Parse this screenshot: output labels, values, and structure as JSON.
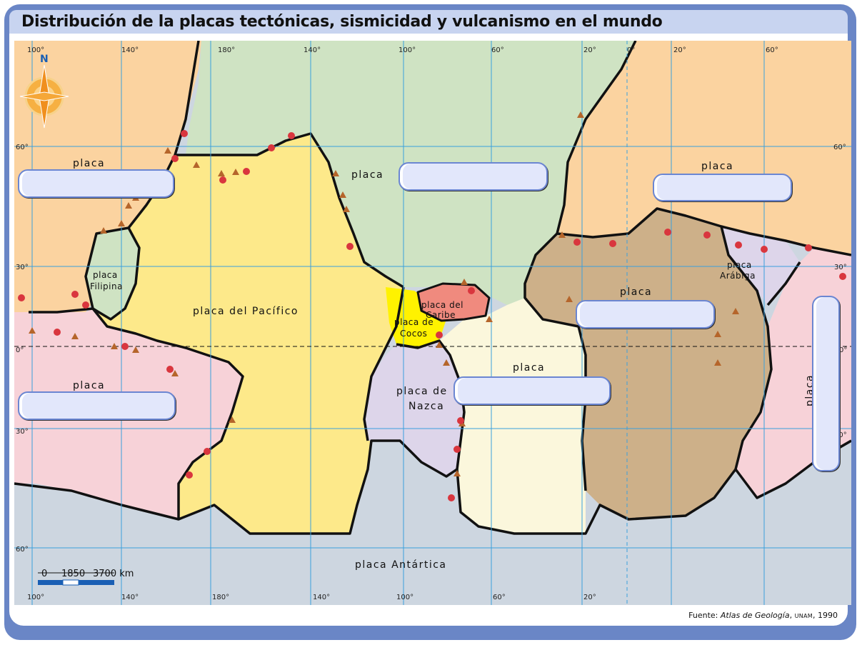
{
  "title": "Distribución de la placas tectónicas, sismicidad y vulcanismo en el mundo",
  "source": {
    "prefix": "Fuente: ",
    "work": "Atlas de Geología",
    "org": "UNAM",
    "year": ", 1990"
  },
  "compass": {
    "letter": "N",
    "icon": "compass-rose-icon"
  },
  "scale": {
    "labels": [
      "0",
      "1850",
      "3700 km"
    ]
  },
  "graticule": {
    "top_lon": [
      "100°",
      "140°",
      "180°",
      "140°",
      "100°",
      "60°",
      "20°",
      "0°",
      "20°",
      "60°"
    ],
    "bottom_lon": [
      "100°",
      "140°",
      "180°",
      "140°",
      "100°",
      "60°",
      "20°"
    ],
    "lat_left": [
      "60°",
      "30°",
      "0°",
      "30°",
      "60°"
    ],
    "lat_right": [
      "60°",
      "30°",
      "0°",
      "30°"
    ]
  },
  "plates": {
    "pacific": "placa del Pacífico",
    "filipina_1": "placa",
    "filipina_2": "Filipina",
    "cocos_1": "placa de",
    "cocos_2": "Cocos",
    "caribe_1": "placa del",
    "caribe_2": "Caribe",
    "nazca_1": "placa de",
    "nazca_2": "Nazca",
    "arabiga_1": "placa",
    "arabiga_2": "Arábiga",
    "antartica": "placa Antártica",
    "nw": "placa",
    "na": "placa",
    "eu": "placa",
    "af": "placa",
    "sa": "placa",
    "au": "placa",
    "in": "placa"
  },
  "answer_boxes": [
    {
      "id": "answer-box-northwest",
      "value": ""
    },
    {
      "id": "answer-box-north-america",
      "value": ""
    },
    {
      "id": "answer-box-eurasia",
      "value": ""
    },
    {
      "id": "answer-box-africa",
      "value": ""
    },
    {
      "id": "answer-box-south-america",
      "value": ""
    },
    {
      "id": "answer-box-australia",
      "value": ""
    },
    {
      "id": "answer-box-indian",
      "value": ""
    }
  ],
  "colors": {
    "pacific": "#fde98a",
    "north_america": "#cfe3c3",
    "eurasia": "#fbd3a0",
    "africa": "#cdb089",
    "south_america": "#fbf7dc",
    "nazca": "#ddd5ea",
    "australia": "#f7d2d8",
    "antarctic": "#cdd6e0",
    "cocos": "#fff200",
    "caribbean": "#f08a7e",
    "boundary": "#111111",
    "volcano": "#b5652b",
    "quake": "#d9363e",
    "grid": "#3aa0dd"
  }
}
